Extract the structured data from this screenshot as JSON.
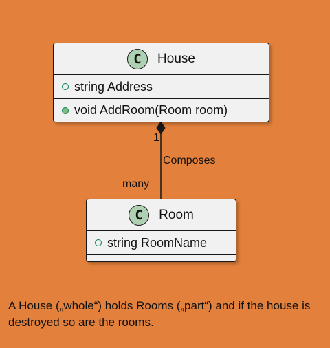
{
  "house_class": {
    "stereotype": "C",
    "name": "House",
    "attribute": "string Address",
    "method": "void AddRoom(Room room)"
  },
  "room_class": {
    "stereotype": "C",
    "name": "Room",
    "attribute": "string RoomName"
  },
  "relationship": {
    "label": "Composes",
    "source_multiplicity": "1",
    "target_multiplicity": "many"
  },
  "caption": "A House („whole“) holds Rooms („part“) and if the house is destroyed so are the rooms.",
  "colors": {
    "background": "#E2803C",
    "class_fill": "#F1F1F1",
    "badge_fill": "#ADD1B2",
    "visibility_green": "#038048"
  }
}
